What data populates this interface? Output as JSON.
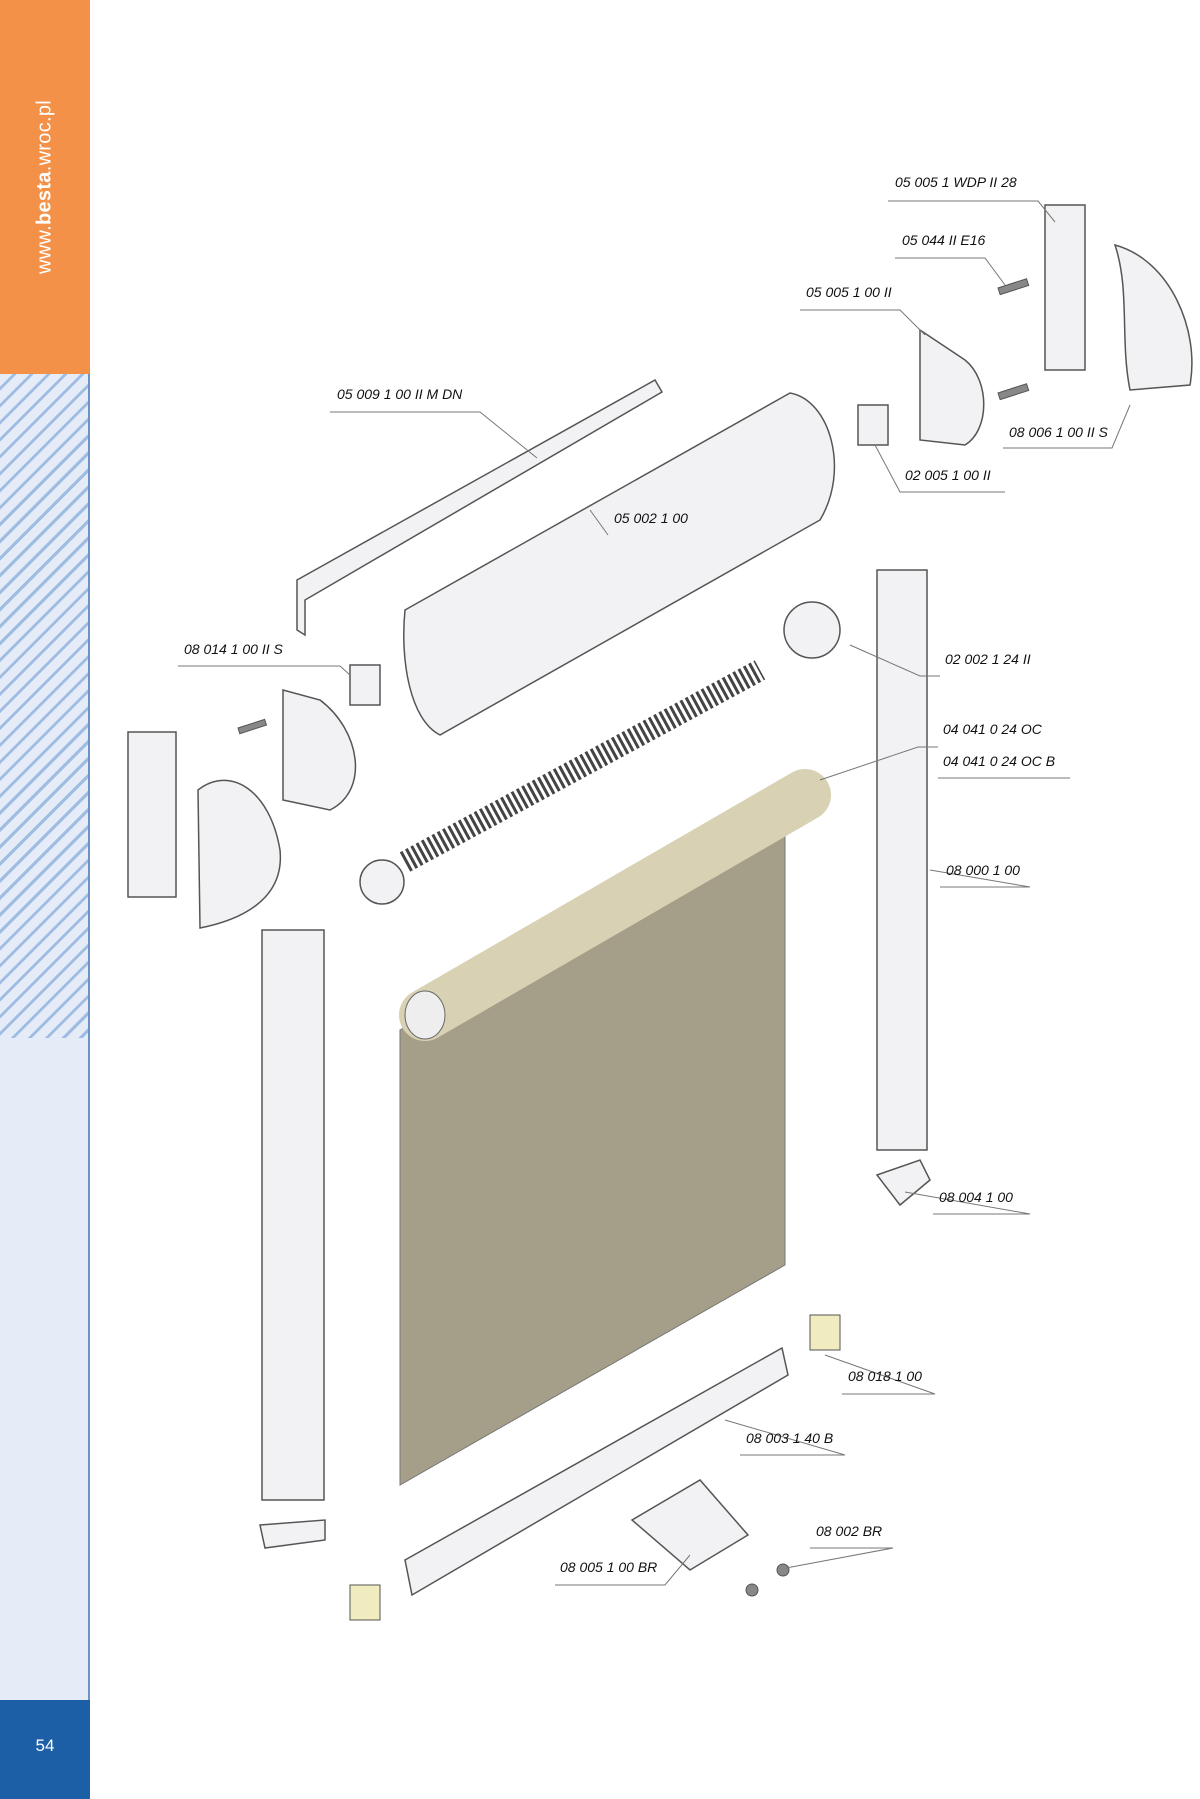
{
  "sidebar": {
    "url_prefix": "www.",
    "url_brand": "besta",
    "url_suffix": ".wroc.pl",
    "page_number": "54"
  },
  "labels": [
    "05 005 1 WDP II 28",
    "05 044 II E16",
    "05 005 1 00 II",
    "05 009 1 00 II M DN",
    "08 006 1 00 II S",
    "02 005 1 00 II",
    "05 002 1 00",
    "08 014 1 00 II S",
    "02 002 1 24 II",
    "04 041 0 24 OC",
    "04 041 0 24 OC B",
    "08 000 1 00",
    "08 004 1 00",
    "08 018 1 00",
    "08 003 1 40 B",
    "08 002 BR",
    "08 005 1 00 BR"
  ],
  "colors": {
    "orange": "#f29147",
    "blue": "#1c5fa6",
    "fabric": "#a59f89",
    "tube": "#d8d1b4"
  }
}
